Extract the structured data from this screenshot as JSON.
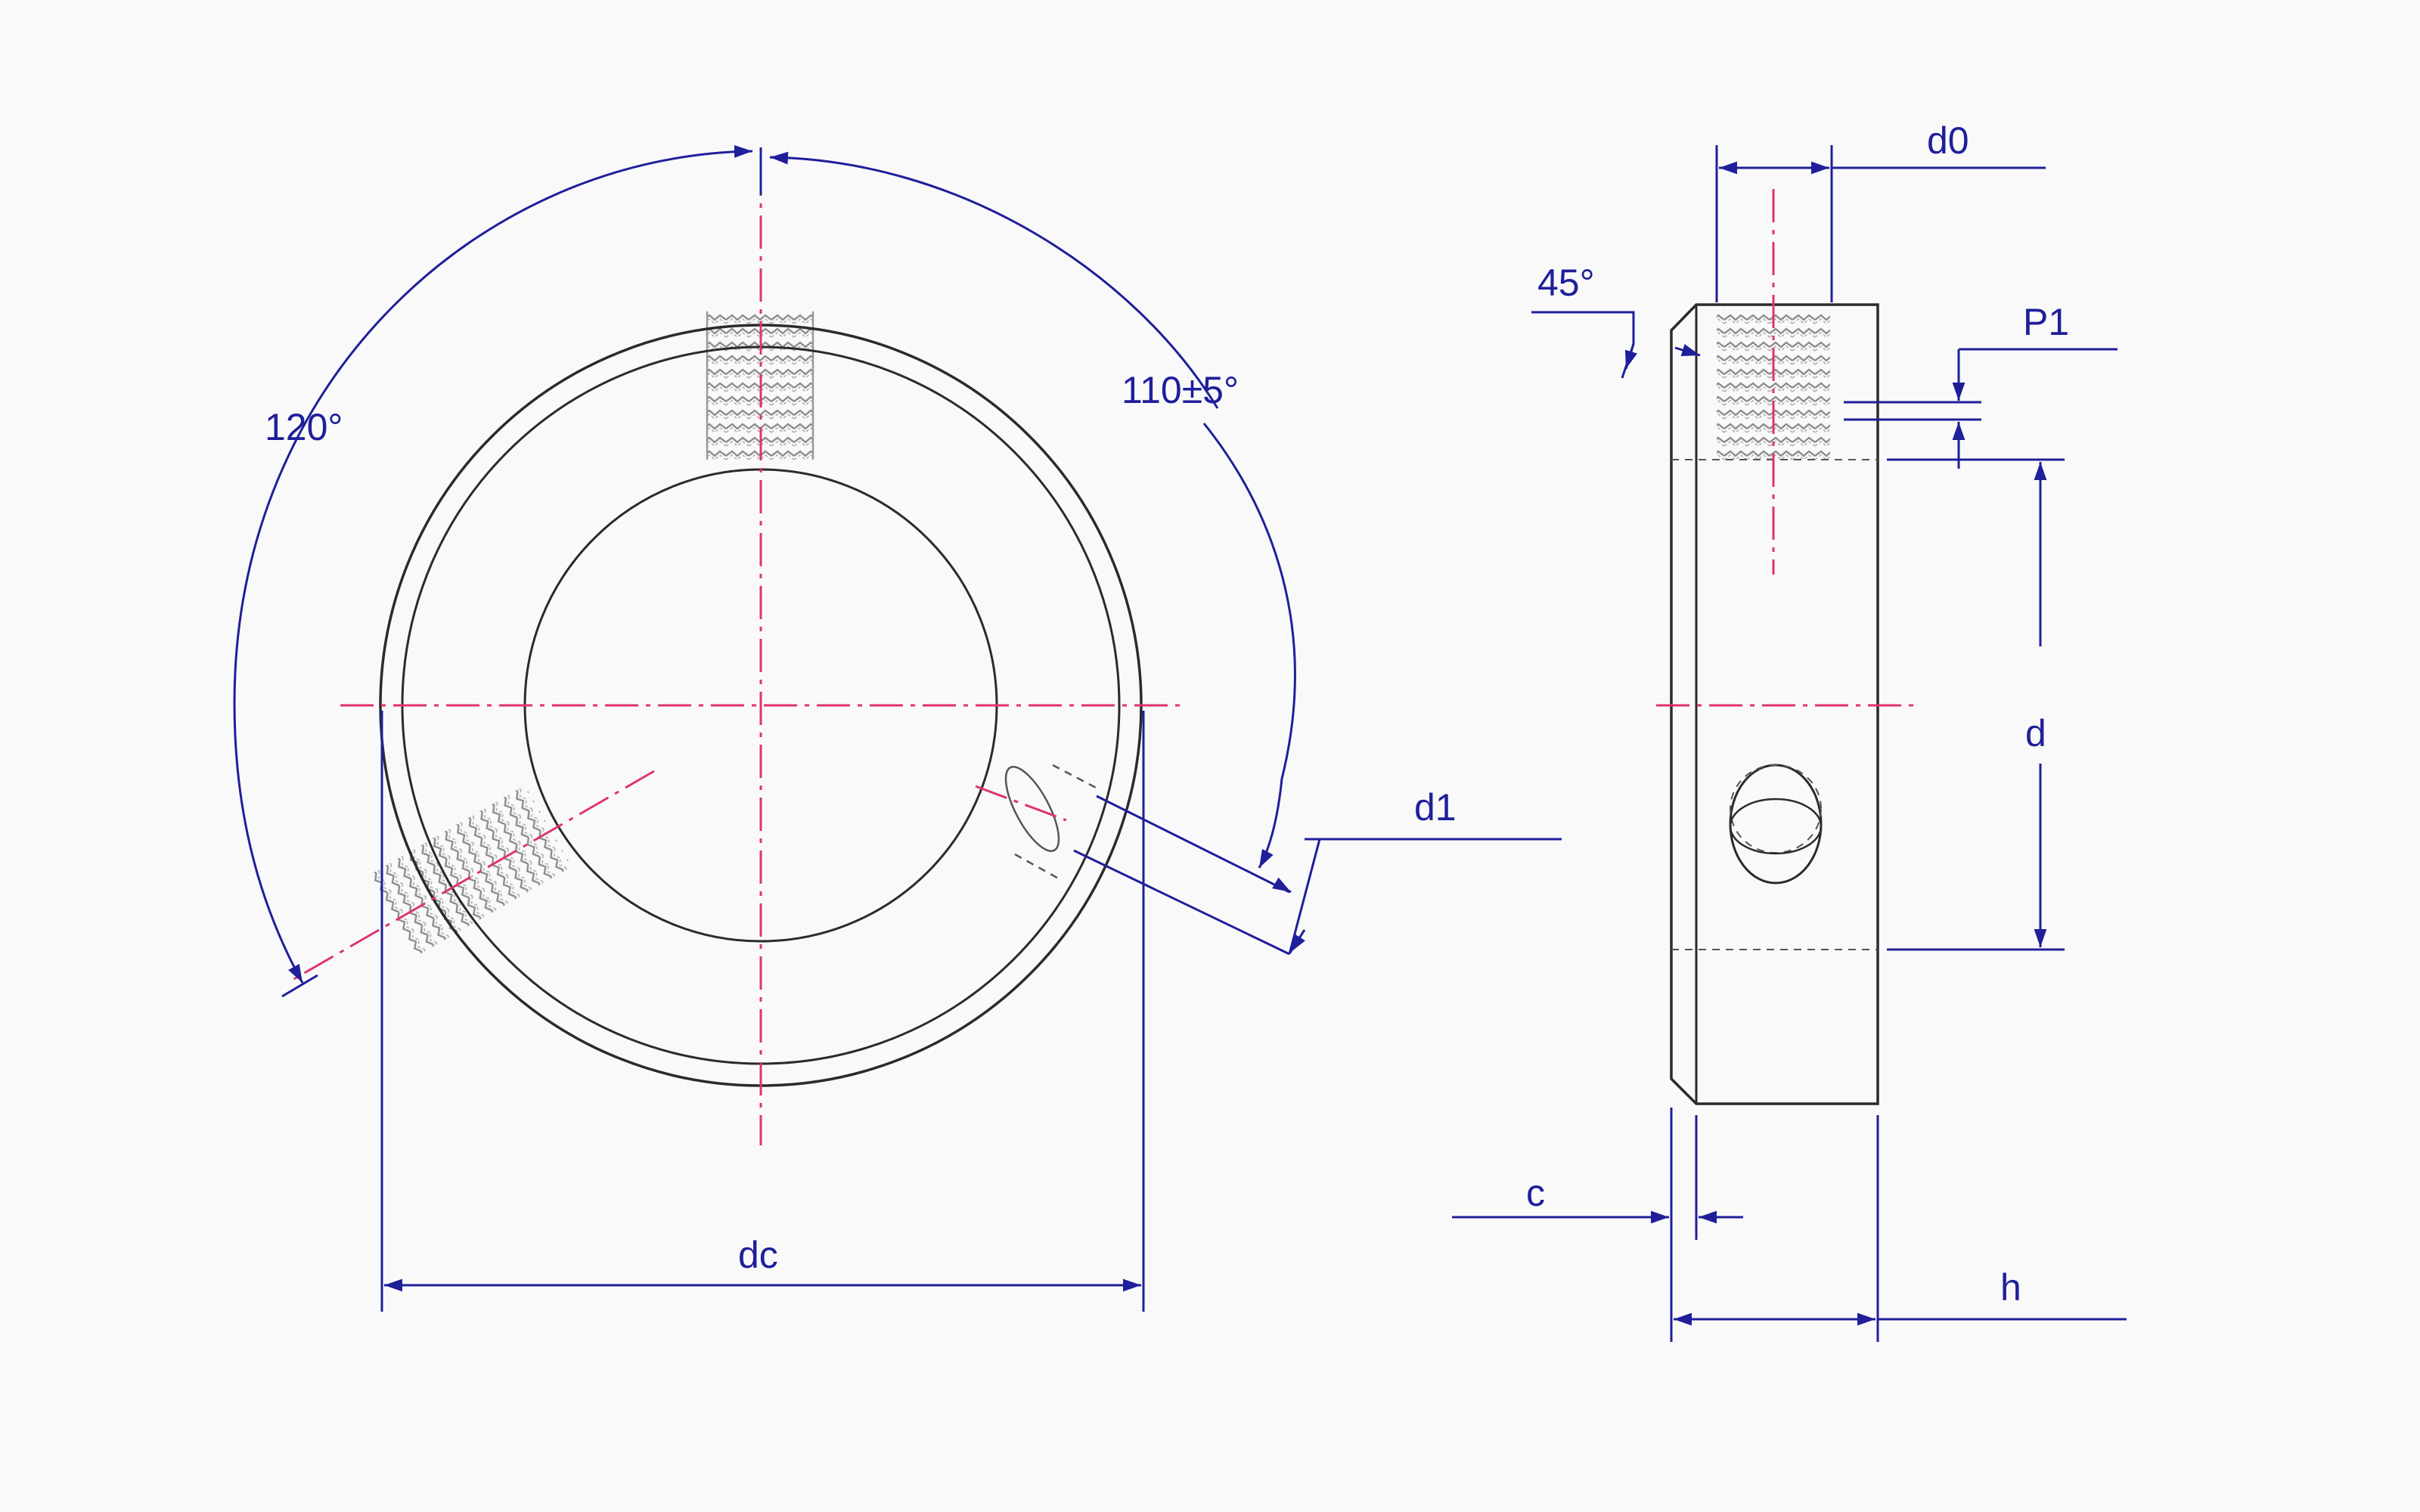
{
  "labels": {
    "angle_120": "120°",
    "angle_110": "110±5°",
    "d1": "d1",
    "dc": "dc",
    "d0": "d0",
    "angle_45": "45°",
    "p1": "P1",
    "d": "d",
    "c": "c",
    "h": "h"
  },
  "colors": {
    "outline": "#2b2b2b",
    "dimension": "#1f1f9a",
    "centerline": "#e0336e",
    "thread": "#8d8d8d",
    "background": "#f9f9fa"
  }
}
